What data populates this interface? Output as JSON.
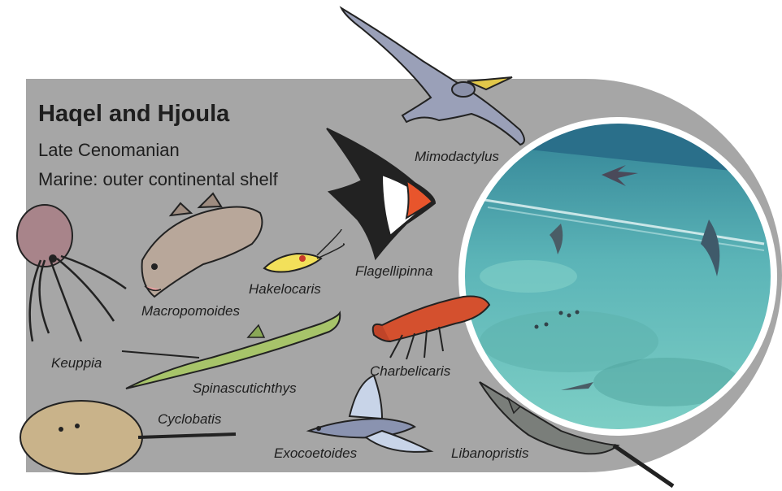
{
  "header": {
    "title": "Haqel and Hjoula",
    "age": "Late Cenomanian",
    "environment": "Marine: outer continental shelf"
  },
  "taxa": {
    "mimodactylus": "Mimodactylus",
    "flagellipinna": "Flagellipinna",
    "hakelocaris": "Hakelocaris",
    "macropomoides": "Macropomoides",
    "keuppia": "Keuppia",
    "spinascutichthys": "Spinascutichthys",
    "charbelicaris": "Charbelicaris",
    "cyclobatis": "Cyclobatis",
    "exocoetoides": "Exocoetoides",
    "libanopristis": "Libanopristis"
  },
  "colors": {
    "panel": "#a6a6a6",
    "sea_deep": "#3f8f9a",
    "sea_shallow": "#6fc6c0",
    "outline": "#222222"
  }
}
